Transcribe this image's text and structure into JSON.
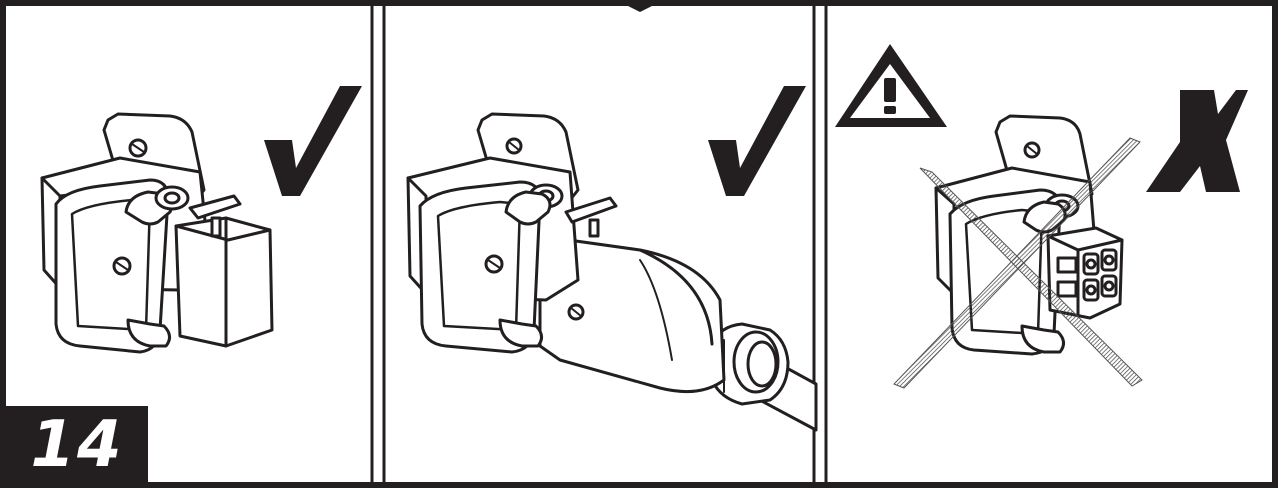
{
  "step": {
    "number": "14"
  },
  "panels": [
    {
      "id": "panel-1",
      "verdict": "correct",
      "mark": "check-icon"
    },
    {
      "id": "panel-2",
      "verdict": "correct",
      "mark": "check-icon"
    },
    {
      "id": "panel-3",
      "verdict": "incorrect",
      "mark": "x-icon",
      "warning": "warning-triangle-icon"
    }
  ],
  "colors": {
    "ink": "#231f20",
    "paper": "#ffffff",
    "hatch": "#555555"
  }
}
